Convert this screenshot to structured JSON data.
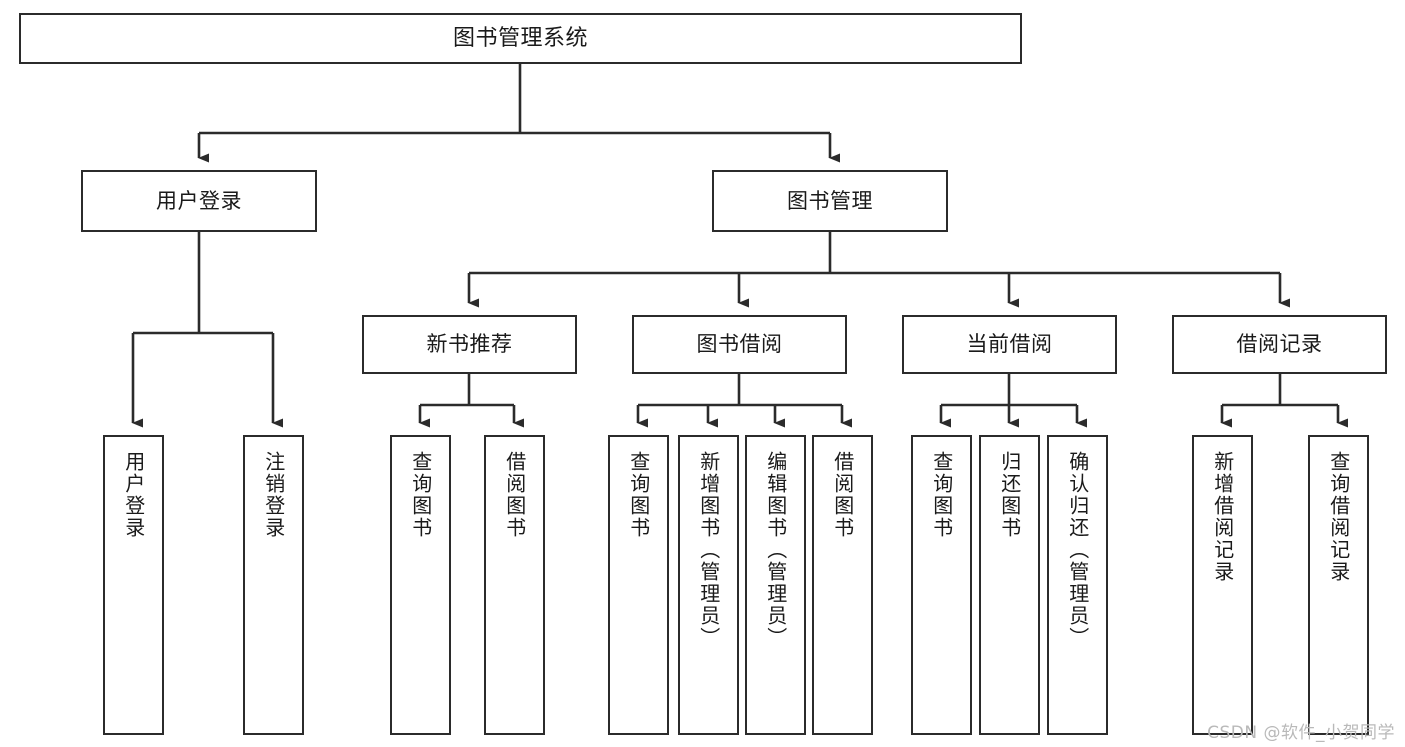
{
  "diagram": {
    "type": "tree-hierarchy",
    "title": "图书管理系统",
    "watermark": "CSDN @软件_小贺同学",
    "colors": {
      "stroke": "#2b2b2b",
      "fill": "#ffffff",
      "text": "#1a1a1a",
      "watermark": "#b9b9b9"
    },
    "nodes": {
      "root": {
        "label": "图书管理系统"
      },
      "level1": [
        {
          "label": "用户登录"
        },
        {
          "label": "图书管理"
        }
      ],
      "level2": [
        {
          "label": "新书推荐"
        },
        {
          "label": "图书借阅"
        },
        {
          "label": "当前借阅"
        },
        {
          "label": "借阅记录"
        }
      ],
      "leaves": {
        "user_login": [
          {
            "label": "用户登录"
          },
          {
            "label": "注销登录"
          }
        ],
        "new_book": [
          {
            "label": "查询图书"
          },
          {
            "label": "借阅图书"
          }
        ],
        "book_borrow": [
          {
            "label": "查询图书"
          },
          {
            "label": "新增图书（管理员）"
          },
          {
            "label": "编辑图书（管理员）"
          },
          {
            "label": "借阅图书"
          }
        ],
        "current_borrow": [
          {
            "label": "查询图书"
          },
          {
            "label": "归还图书"
          },
          {
            "label": "确认归还（管理员）"
          }
        ],
        "borrow_record": [
          {
            "label": "新增借阅记录"
          },
          {
            "label": "查询借阅记录"
          }
        ]
      }
    }
  }
}
